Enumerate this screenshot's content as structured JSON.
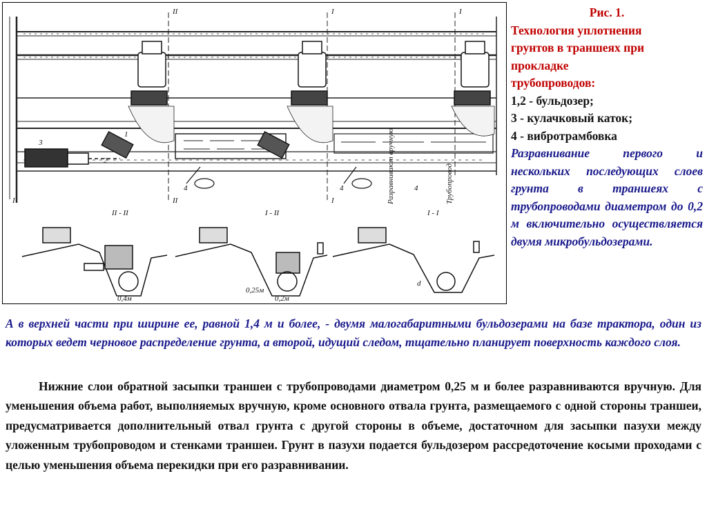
{
  "caption": {
    "title": "Рис. 1.",
    "heading_lines": [
      "Технология уплотнения",
      "грунтов в траншеях при",
      "прокладке",
      "трубопроводов:"
    ],
    "legend": [
      "1,2 - бульдозер;",
      "3 - кулачковый каток;",
      "4 - вибротрамбовка"
    ],
    "description": "Разравнивание первого и нескольких последующих слоев грунта в траншеях с трубопроводами диаметром до 0,2 м включительно осуществляется двумя микробульдозерами."
  },
  "intro_text": "А в верхней части при ширине ее, равной 1,4 м и более, - двумя малогабаритными бульдозерами на базе трактора, один из которых ведет черновое распределение грунта, а второй, идущий следом, тщательно планирует поверхность каждого слоя.",
  "body_text": "Нижние слои обратной засыпки траншеи с трубопроводами диаметром 0,25 м и более разравниваются вручную. Для уменьшения объема работ, выполняемых вручную, кроме основного отвала грунта, размещаемого с одной стороны траншеи, предусматривается дополнительный отвал грунта с другой стороны в объеме, достаточном для засыпки пазухи между уложенным трубопроводом и стенками траншеи. Грунт в пазухи подается бульдозером рассредоточение косыми проходами с целью уменьшения объема перекидки при его разравнивании.",
  "figure": {
    "section_marks": [
      "II",
      "I",
      "I",
      "II",
      "I",
      "I"
    ],
    "section_titles": [
      "II - II",
      "I - II",
      "I - I"
    ],
    "callouts": [
      "1",
      "2",
      "3",
      "4",
      "4",
      "4"
    ],
    "notes": [
      "Разравнивают вручную",
      "Трубопровод"
    ],
    "dimensions": [
      "0,4м",
      "0,25м",
      "0,2м",
      "d"
    ]
  }
}
